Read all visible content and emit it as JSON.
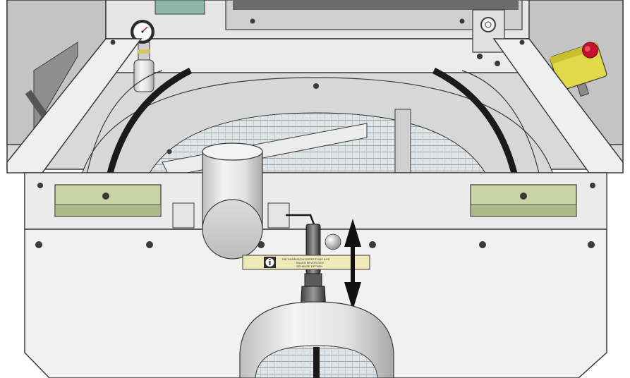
{
  "figure": {
    "label_plate": {
      "line1": "DIE GASANSCHLUSSLEITUNG AUS",
      "line2": "BAUEN BEVOR DEN",
      "line3": "GEHÄUSE ÖFFNEN"
    },
    "colors": {
      "frame": "#e9e9e9",
      "frame_dark": "#bdbdbd",
      "outline": "#3a3a3a",
      "belt": "#1a1a1a",
      "bracket_green": "#c9d3a6",
      "label_yellow": "#efe9b8",
      "switch_yellow": "#e2d94a",
      "stop_red": "#c8102e",
      "arrow": "#111111",
      "fins": "#d3d9dc"
    },
    "icons": [
      "pressure-gauge-icon",
      "info-icon",
      "emergency-stop-icon",
      "double-arrow-icon"
    ]
  }
}
